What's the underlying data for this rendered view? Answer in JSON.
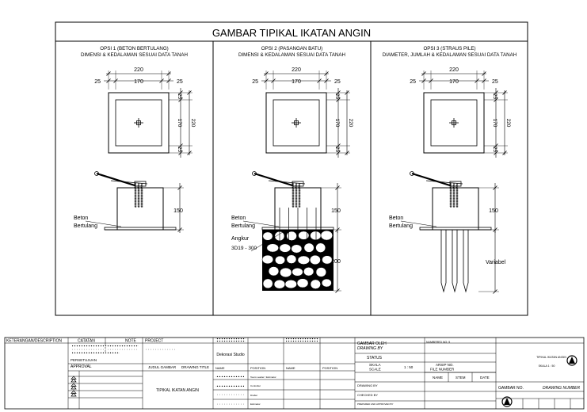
{
  "title": "GAMBAR TIPIKAL IKATAN ANGIN",
  "colors": {
    "line": "#000000",
    "background": "#ffffff",
    "stone": "#ffffff"
  },
  "options": [
    {
      "heading": "OPSI 1 (BETON BERTULANG)",
      "subheading": "DIMENSI & KEDALAMAN SESUAI DATA TANAH",
      "dim_total": "220",
      "dim_side_left": "25",
      "dim_inner": "170",
      "dim_side_right": "25",
      "dim_v_top": "25",
      "dim_v_inner": "170",
      "dim_v_total": "220",
      "dim_v_bottom": "25",
      "dim_height": "150",
      "label_concrete_1": "Beton",
      "label_concrete_2": "Bertulang"
    },
    {
      "heading": "OPSI 2 (PASANGAN BATU)",
      "subheading": "DIMENSI & KEDALAMAN SESUAI DATA TANAH",
      "dim_total": "220",
      "dim_side_left": "25",
      "dim_inner": "170",
      "dim_side_right": "25",
      "dim_v_top": "25",
      "dim_v_inner": "170",
      "dim_v_total": "220",
      "dim_v_bottom": "25",
      "dim_height": "150",
      "dim_depth": "200",
      "label_concrete_1": "Beton",
      "label_concrete_2": "Bertulang",
      "label_anchor_1": "Angkur",
      "label_anchor_2": "3D19 - 300"
    },
    {
      "heading": "OPSI 3 (STRAUS PILE)",
      "subheading": "DIAMETER, JUMLAH & KEDALAMAN SESUAI DATA TANAH",
      "dim_total": "220",
      "dim_side_left": "25",
      "dim_inner": "170",
      "dim_side_right": "25",
      "dim_v_top": "25",
      "dim_v_inner": "170",
      "dim_v_total": "220",
      "dim_v_bottom": "25",
      "dim_height": "150",
      "dim_depth": "Variabel",
      "label_concrete_1": "Beton",
      "label_concrete_2": "Bertulang"
    }
  ],
  "title_block": {
    "keterangan": "KETERANGAN/DESCRIPTION",
    "catatan": "CATATAN",
    "note": "NOTE",
    "project": "PROJECT",
    "persetujuan": "PERSETUJUAN",
    "approval": "APPROVAL",
    "judul_gambar": "JUDUL GAMBAR",
    "drawing_title": "DRAWING TITLE",
    "drawing_title_value": "TIPIKAL IKATAN ANGIN",
    "name": "NAME",
    "position": "POSITION",
    "consultant_name": "Dekorasi Studio",
    "gambar_oleh": "GAMBAR OLEH",
    "drawing_by": "DRAWING BY",
    "status": "STATUS",
    "skala": "SKALA",
    "scale": "SCALE",
    "scale_value": "1 : 50",
    "arsip": "ARSIP NO.",
    "file_number": "FILE NUMBER",
    "stem": "STEM",
    "date": "DATE",
    "drawing_by_2": "DRAWING BY",
    "checked_by": "CHECKED BY",
    "gambar_no": "GAMBAR NO.",
    "drawing_number": "DRAWING NUMBER",
    "mini_title": "TIPIKAL IKATAN ANGIN",
    "mini_scale": "SKALA 1 : 50",
    "role_1": "Team Leader / Estimator",
    "role_2": "Controller",
    "role_3": "Drafter",
    "role_4": "Estimator",
    "small_no": "NUMBERED NO: 5",
    "approved": "PREPARED AND APPROVED BY"
  }
}
